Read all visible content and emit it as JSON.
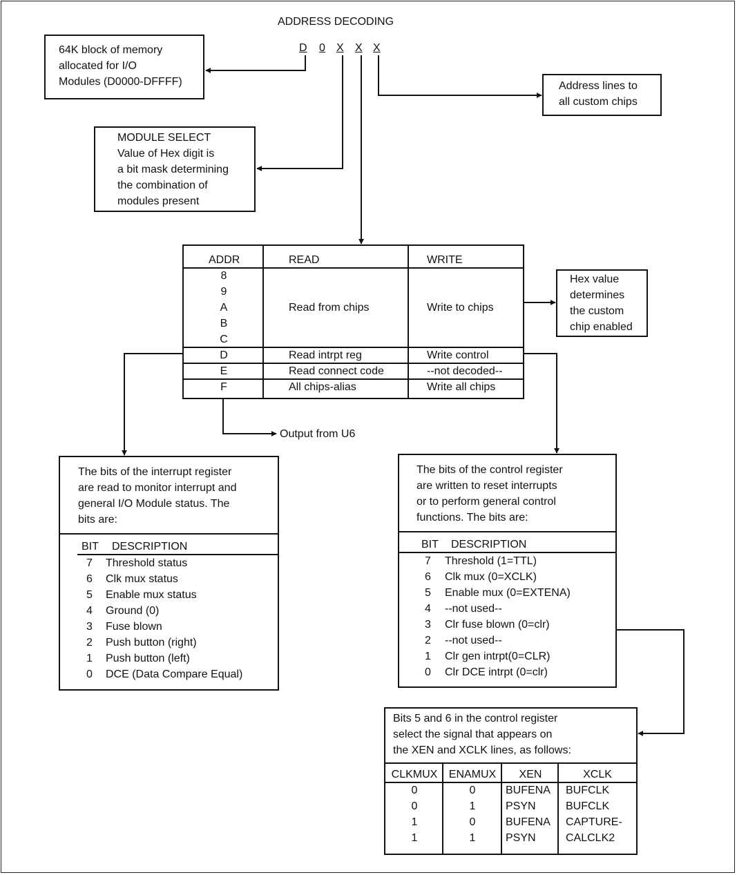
{
  "title": "ADDRESS DECODING",
  "address": [
    "D",
    "0",
    "X",
    "X",
    "X"
  ],
  "memory_note": [
    "64K block of memory",
    "allocated for I/O",
    "Modules (D0000-DFFFF)"
  ],
  "address_lines_note": [
    "Address lines to",
    "all custom chips"
  ],
  "module_select_note": [
    "MODULE SELECT",
    "Value of Hex digit is",
    "a bit mask determining",
    "the combination of",
    "modules present"
  ],
  "hex_value_note": [
    "Hex value",
    "determines",
    "the custom",
    "chip enabled"
  ],
  "output_label": "Output from U6",
  "addr_table": {
    "headers": [
      "ADDR",
      "READ",
      "WRITE"
    ],
    "chip_addrs": [
      "8",
      "9",
      "A",
      "B",
      "C"
    ],
    "chip_read": "Read from chips",
    "chip_write": "Write to chips",
    "rows": [
      [
        "D",
        "Read intrpt reg",
        "Write control"
      ],
      [
        "E",
        "Read connect code",
        "--not decoded--"
      ],
      [
        "F",
        "All chips-alias",
        "Write all chips"
      ]
    ]
  },
  "interrupt_register": {
    "intro": [
      "The bits of the interrupt register",
      "are read to monitor interrupt and",
      "general I/O Module status. The",
      "bits are:"
    ],
    "headers": [
      "BIT",
      "DESCRIPTION"
    ],
    "rows": [
      [
        "7",
        "Threshold status"
      ],
      [
        "6",
        "Clk mux status"
      ],
      [
        "5",
        "Enable mux status"
      ],
      [
        "4",
        "Ground (0)"
      ],
      [
        "3",
        "Fuse blown"
      ],
      [
        "2",
        "Push button (right)"
      ],
      [
        "1",
        "Push button (left)"
      ],
      [
        "0",
        "DCE (Data Compare Equal)"
      ]
    ]
  },
  "control_register": {
    "intro": [
      "The bits of the control register",
      "are written to reset interrupts",
      "or to perform general control",
      "functions. The bits are:"
    ],
    "headers": [
      "BIT",
      "DESCRIPTION"
    ],
    "rows": [
      [
        "7",
        "Threshold (1=TTL)"
      ],
      [
        "6",
        "Clk mux (0=XCLK)"
      ],
      [
        "5",
        "Enable mux (0=EXTENA)"
      ],
      [
        "4",
        "--not used--"
      ],
      [
        "3",
        "Clr fuse blown (0=clr)"
      ],
      [
        "2",
        "--not used--"
      ],
      [
        "1",
        "Clr gen intrpt(0=CLR)"
      ],
      [
        "0",
        "Clr DCE intrpt (0=clr)"
      ]
    ]
  },
  "mux_table": {
    "intro": [
      "Bits 5 and 6 in the control register",
      "select the signal that appears on",
      "the XEN and  XCLK lines, as follows:"
    ],
    "headers": [
      "CLKMUX",
      "ENAMUX",
      "XEN",
      "XCLK"
    ],
    "rows": [
      [
        "0",
        "0",
        "BUFENA",
        "BUFCLK"
      ],
      [
        "0",
        "1",
        "PSYN",
        "BUFCLK"
      ],
      [
        "1",
        "0",
        "BUFENA",
        "CAPTURE-"
      ],
      [
        "1",
        "1",
        "PSYN",
        "CALCLK2"
      ]
    ]
  }
}
